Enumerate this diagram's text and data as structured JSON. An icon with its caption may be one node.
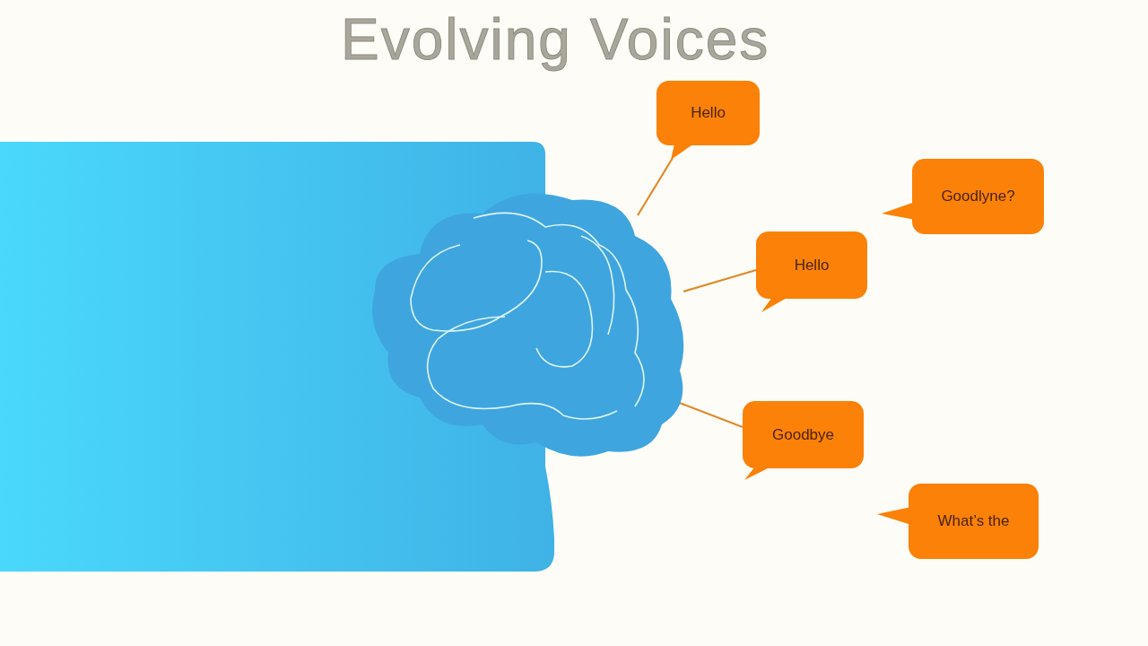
{
  "diagram": {
    "title": "Evolving Voices",
    "nodes": [
      {
        "text": [],
        "shape": "picture"
      },
      {
        "text": [
          "Hello"
        ]
      },
      {
        "text": [
          "Goodlyne?"
        ]
      },
      {
        "text": [
          "Hello"
        ]
      },
      {
        "text": [
          "Goodbye"
        ]
      },
      {
        "text": [
          "What’s the"
        ]
      }
    ],
    "edges": [
      {
        "from": 0,
        "to": 1,
        "arrow": "none"
      },
      {
        "from": 0,
        "to": 3,
        "arrow": "none"
      },
      {
        "from": 0,
        "to": 4,
        "arrow": "none"
      }
    ]
  }
}
